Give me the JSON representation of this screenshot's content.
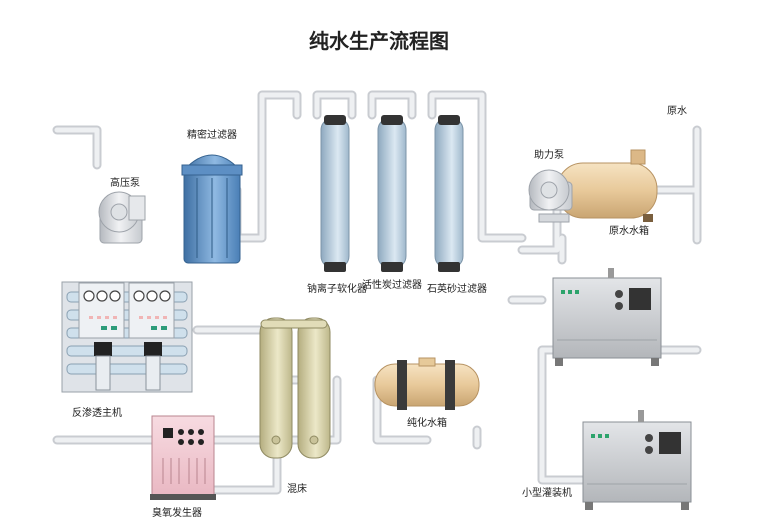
{
  "title": "纯水生产流程图",
  "labels": {
    "raw_water": "原水",
    "raw_water_tank": "原水水箱",
    "booster_pump": "助力泵",
    "quartz_sand_filter": "石英砂过滤器",
    "activated_carbon_filter": "活性炭过滤器",
    "softener": "钠离子软化器",
    "precision_filter": "精密过滤器",
    "high_pressure_pump": "高压泵",
    "ro_host": "反渗透主机",
    "ozone_generator": "臭氧发生器",
    "mixed_bed": "混床",
    "pure_water_tank": "纯化水箱",
    "small_filling_machine": "小型灌装机"
  },
  "colors": {
    "pipe": "#e9ebee",
    "pipe_edge": "#c9ccd1",
    "column": "#b9cfe0",
    "precision_filter": "#5f93c9",
    "tank": "#e8c99a",
    "mixed_bed": "#d7d2a8",
    "ozone": "#f2c7cf",
    "machine": "#c9cbce"
  }
}
